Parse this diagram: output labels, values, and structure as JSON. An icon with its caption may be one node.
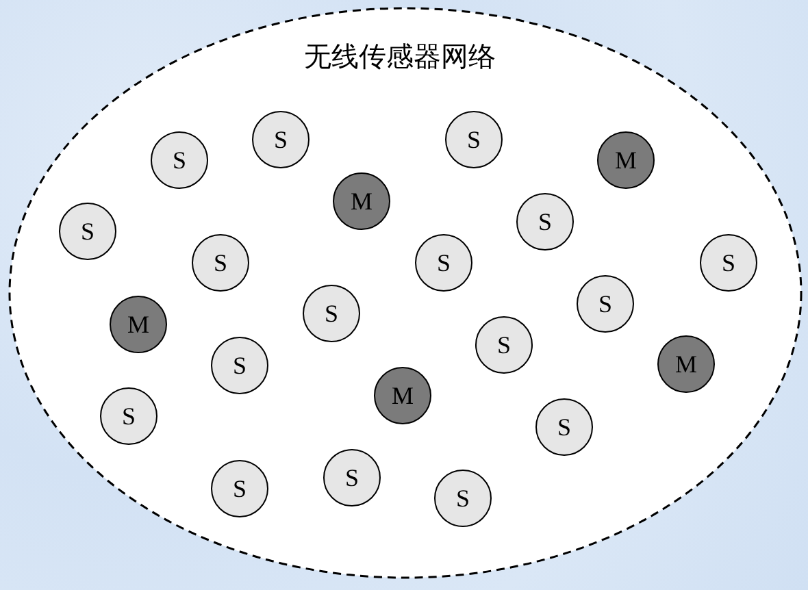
{
  "diagram": {
    "nodes": [
      {
        "text": [
          "无线传感器网络"
        ]
      },
      {
        "text": [
          "S"
        ],
        "in": 0
      },
      {
        "text": [
          "S"
        ],
        "in": 0
      },
      {
        "text": [
          "S"
        ],
        "in": 0
      },
      {
        "text": [
          "M"
        ],
        "in": 0
      },
      {
        "text": [
          "M"
        ],
        "in": 0
      },
      {
        "text": [
          "S"
        ],
        "in": 0
      },
      {
        "text": [
          "S"
        ],
        "in": 0
      },
      {
        "text": [
          "S"
        ],
        "in": 0
      },
      {
        "text": [
          "S"
        ],
        "in": 0
      },
      {
        "text": [
          "S"
        ],
        "in": 0
      },
      {
        "text": [
          "S"
        ],
        "in": 0
      },
      {
        "text": [
          "S"
        ],
        "in": 0
      },
      {
        "text": [
          "M"
        ],
        "in": 0
      },
      {
        "text": [
          "S"
        ],
        "in": 0
      },
      {
        "text": [
          "S"
        ],
        "in": 0
      },
      {
        "text": [
          "M"
        ],
        "in": 0
      },
      {
        "text": [
          "M"
        ],
        "in": 0
      },
      {
        "text": [
          "S"
        ],
        "in": 0
      },
      {
        "text": [
          "S"
        ],
        "in": 0
      },
      {
        "text": [
          "S"
        ],
        "in": 0
      },
      {
        "text": [
          "S"
        ],
        "in": 0
      },
      {
        "text": [
          "S"
        ],
        "in": 0
      }
    ],
    "edges": []
  }
}
